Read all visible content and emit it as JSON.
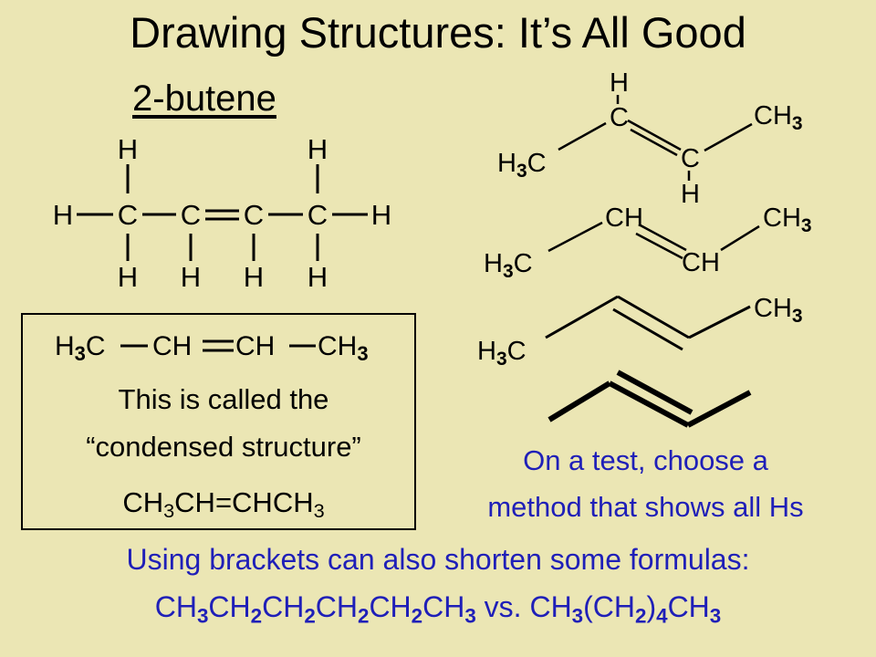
{
  "title": "Drawing Structures: It’s All Good",
  "subtitle": "2-butene",
  "full_structure": {
    "row_top": [
      "H",
      "H"
    ],
    "row_mid": [
      "H",
      "C",
      "C",
      "C",
      "C",
      "H"
    ],
    "row_bottom": [
      "H",
      "H",
      "H",
      "H"
    ]
  },
  "condensed_box": {
    "line": [
      "H",
      "3",
      "C",
      "CH",
      "CH",
      "CH",
      "3"
    ],
    "caption_1": "This is called the",
    "caption_2": "“condensed structure”",
    "formula": [
      "CH",
      "3",
      "CH=CHCH",
      "3"
    ]
  },
  "skeletal": {
    "s1": {
      "h_top": "H",
      "c1": "C",
      "c2": "C",
      "h_bottom": "H",
      "left": [
        "H",
        "3",
        "C"
      ],
      "right": [
        "CH",
        "3"
      ]
    },
    "s2": {
      "ch_a": "CH",
      "ch_b": "CH",
      "left": [
        "H",
        "3",
        "C"
      ],
      "right": [
        "CH",
        "3"
      ]
    },
    "s3": {
      "left": [
        "H",
        "3",
        "C"
      ],
      "right": [
        "CH",
        "3"
      ]
    }
  },
  "test_note": {
    "line1": "On a test, choose a",
    "line2": "method that shows all Hs"
  },
  "brackets_note": {
    "line1": "Using brackets can also shorten some formulas:",
    "long_parts": [
      "CH",
      "3",
      "CH",
      "2",
      "CH",
      "2",
      "CH",
      "2",
      "CH",
      "2",
      "CH",
      "3"
    ],
    "vs": "vs.",
    "short_parts": [
      "CH",
      "3",
      "(CH",
      "2",
      ")",
      "4",
      "CH",
      "3"
    ]
  },
  "colors": {
    "background": "#ebe6b4",
    "blue_text": "#1f1fb8"
  }
}
